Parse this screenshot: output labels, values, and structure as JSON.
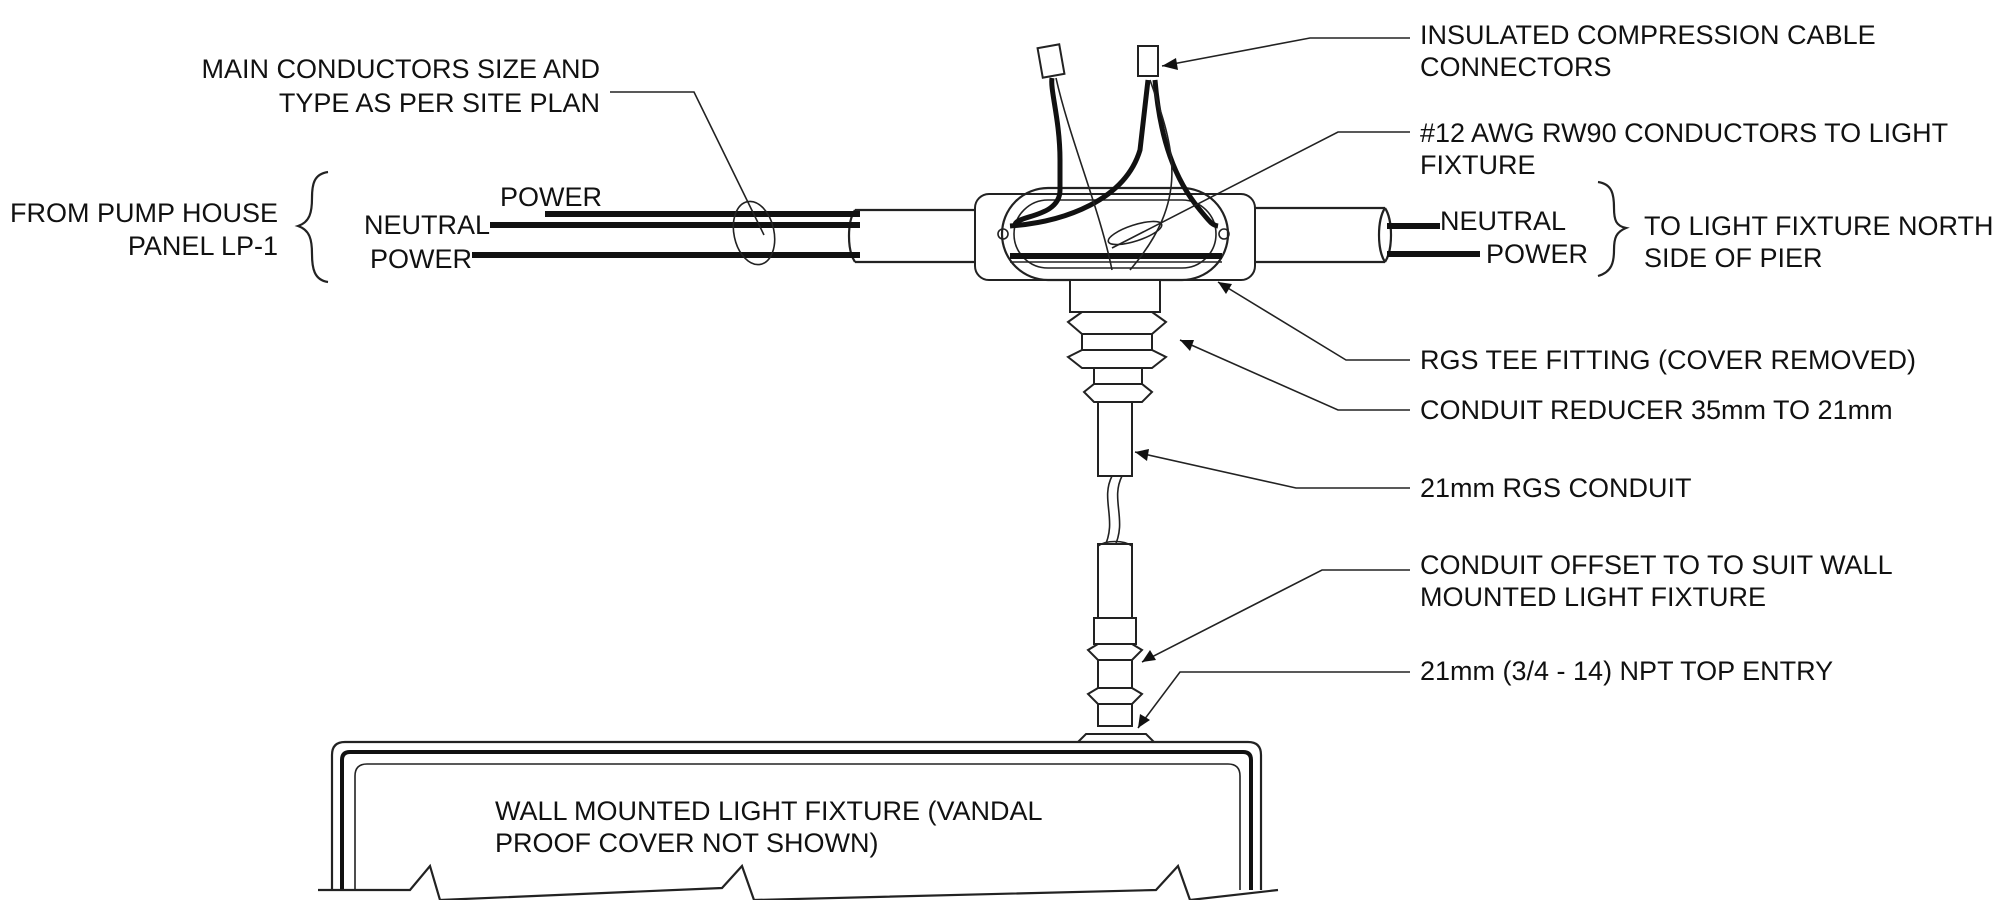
{
  "colors": {
    "line": "#111111",
    "background": "#ffffff"
  },
  "labels": {
    "main_conductors_l1": "MAIN CONDUCTORS SIZE AND",
    "main_conductors_l2": "TYPE AS PER SITE PLAN",
    "from_pump_l1": "FROM PUMP HOUSE",
    "from_pump_l2": "PANEL LP-1",
    "left_power_top": "POWER",
    "left_neutral": "NEUTRAL",
    "left_power_bottom": "POWER",
    "right_neutral": "NEUTRAL",
    "right_power": "POWER",
    "to_light_l1": "TO LIGHT FIXTURE NORTH",
    "to_light_l2": "SIDE OF PIER",
    "insulated_l1": "INSULATED COMPRESSION CABLE",
    "insulated_l2": "CONNECTORS",
    "awg_l1": "#12 AWG RW90 CONDUCTORS TO LIGHT",
    "awg_l2": "FIXTURE",
    "rgs_tee": "RGS TEE FITTING (COVER REMOVED)",
    "reducer": "CONDUIT REDUCER 35mm TO 21mm",
    "rgs_conduit": "21mm RGS CONDUIT",
    "offset_l1": "CONDUIT OFFSET TO TO SUIT  WALL",
    "offset_l2": "MOUNTED LIGHT FIXTURE",
    "npt": "21mm (3/4 - 14) NPT TOP ENTRY",
    "fixture_l1": "WALL MOUNTED LIGHT FIXTURE (VANDAL",
    "fixture_l2": "PROOF COVER NOT SHOWN)"
  }
}
